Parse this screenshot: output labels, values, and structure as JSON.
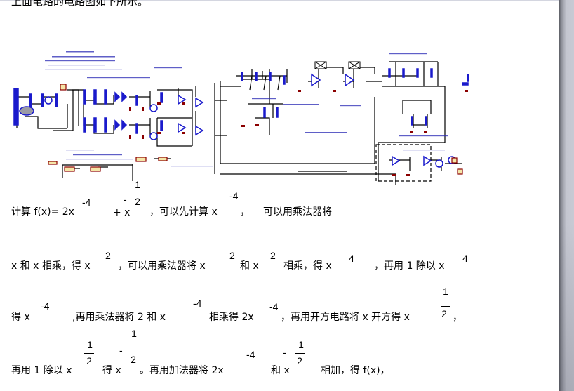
{
  "document": {
    "intro_line": "上面电路的电路图如下所示。",
    "figure": {
      "caption_visible": false,
      "description": "Circuit schematic of f(x) computation"
    },
    "line1": {
      "prefix": "计算 f(x)= 2x",
      "exp1": "-4",
      "plus_x": "+ x",
      "neg_sign": "-",
      "frac_num": "1",
      "frac_den": "2",
      "mid": "，可以先计算 x",
      "exp2": "-4",
      "suffix_comma": "，",
      "suffix": "可以用乘法器将"
    },
    "line2": {
      "part1": "x 和 x 相乘，得 x",
      "exp1": "2",
      "part2": "，可以用乘法器将 x",
      "exp2": "2",
      "part3": "和 x",
      "exp3": "2",
      "part4": "相乘，得 x",
      "exp4": "4",
      "part5": "，再用 1 除以 x",
      "exp5": "4"
    },
    "line3": {
      "part1": "得 x",
      "exp1": "-4",
      "part2": ",再用乘法器将 2 和 x",
      "exp2": "-4",
      "part3": "相乘得 2x",
      "exp3": "-4",
      "part4": "，再用开方电路将 x 开方得 x",
      "frac_num": "1",
      "frac_den": "2",
      "part5": "，"
    },
    "line4": {
      "part1": "再用 1 除以 x",
      "frac1_num": "1",
      "frac1_den": "2",
      "part2": "得 x",
      "neg_sign": "-",
      "frac2_num": "1",
      "frac2_den": "2",
      "part3": "。再用加法器将 2x",
      "exp1": "-4",
      "part4": "和 x",
      "neg_sign2": "-",
      "frac3_num": "1",
      "frac3_den": "2",
      "part5": "相加，得 f(x)，"
    }
  },
  "colors": {
    "wire": "#000000",
    "component_blue": "#1a1acc",
    "ground_red": "#8b0000",
    "box_fill": "#f5e6a8",
    "box_border": "#8b0000",
    "page_gutter": "#c4c6d0"
  }
}
